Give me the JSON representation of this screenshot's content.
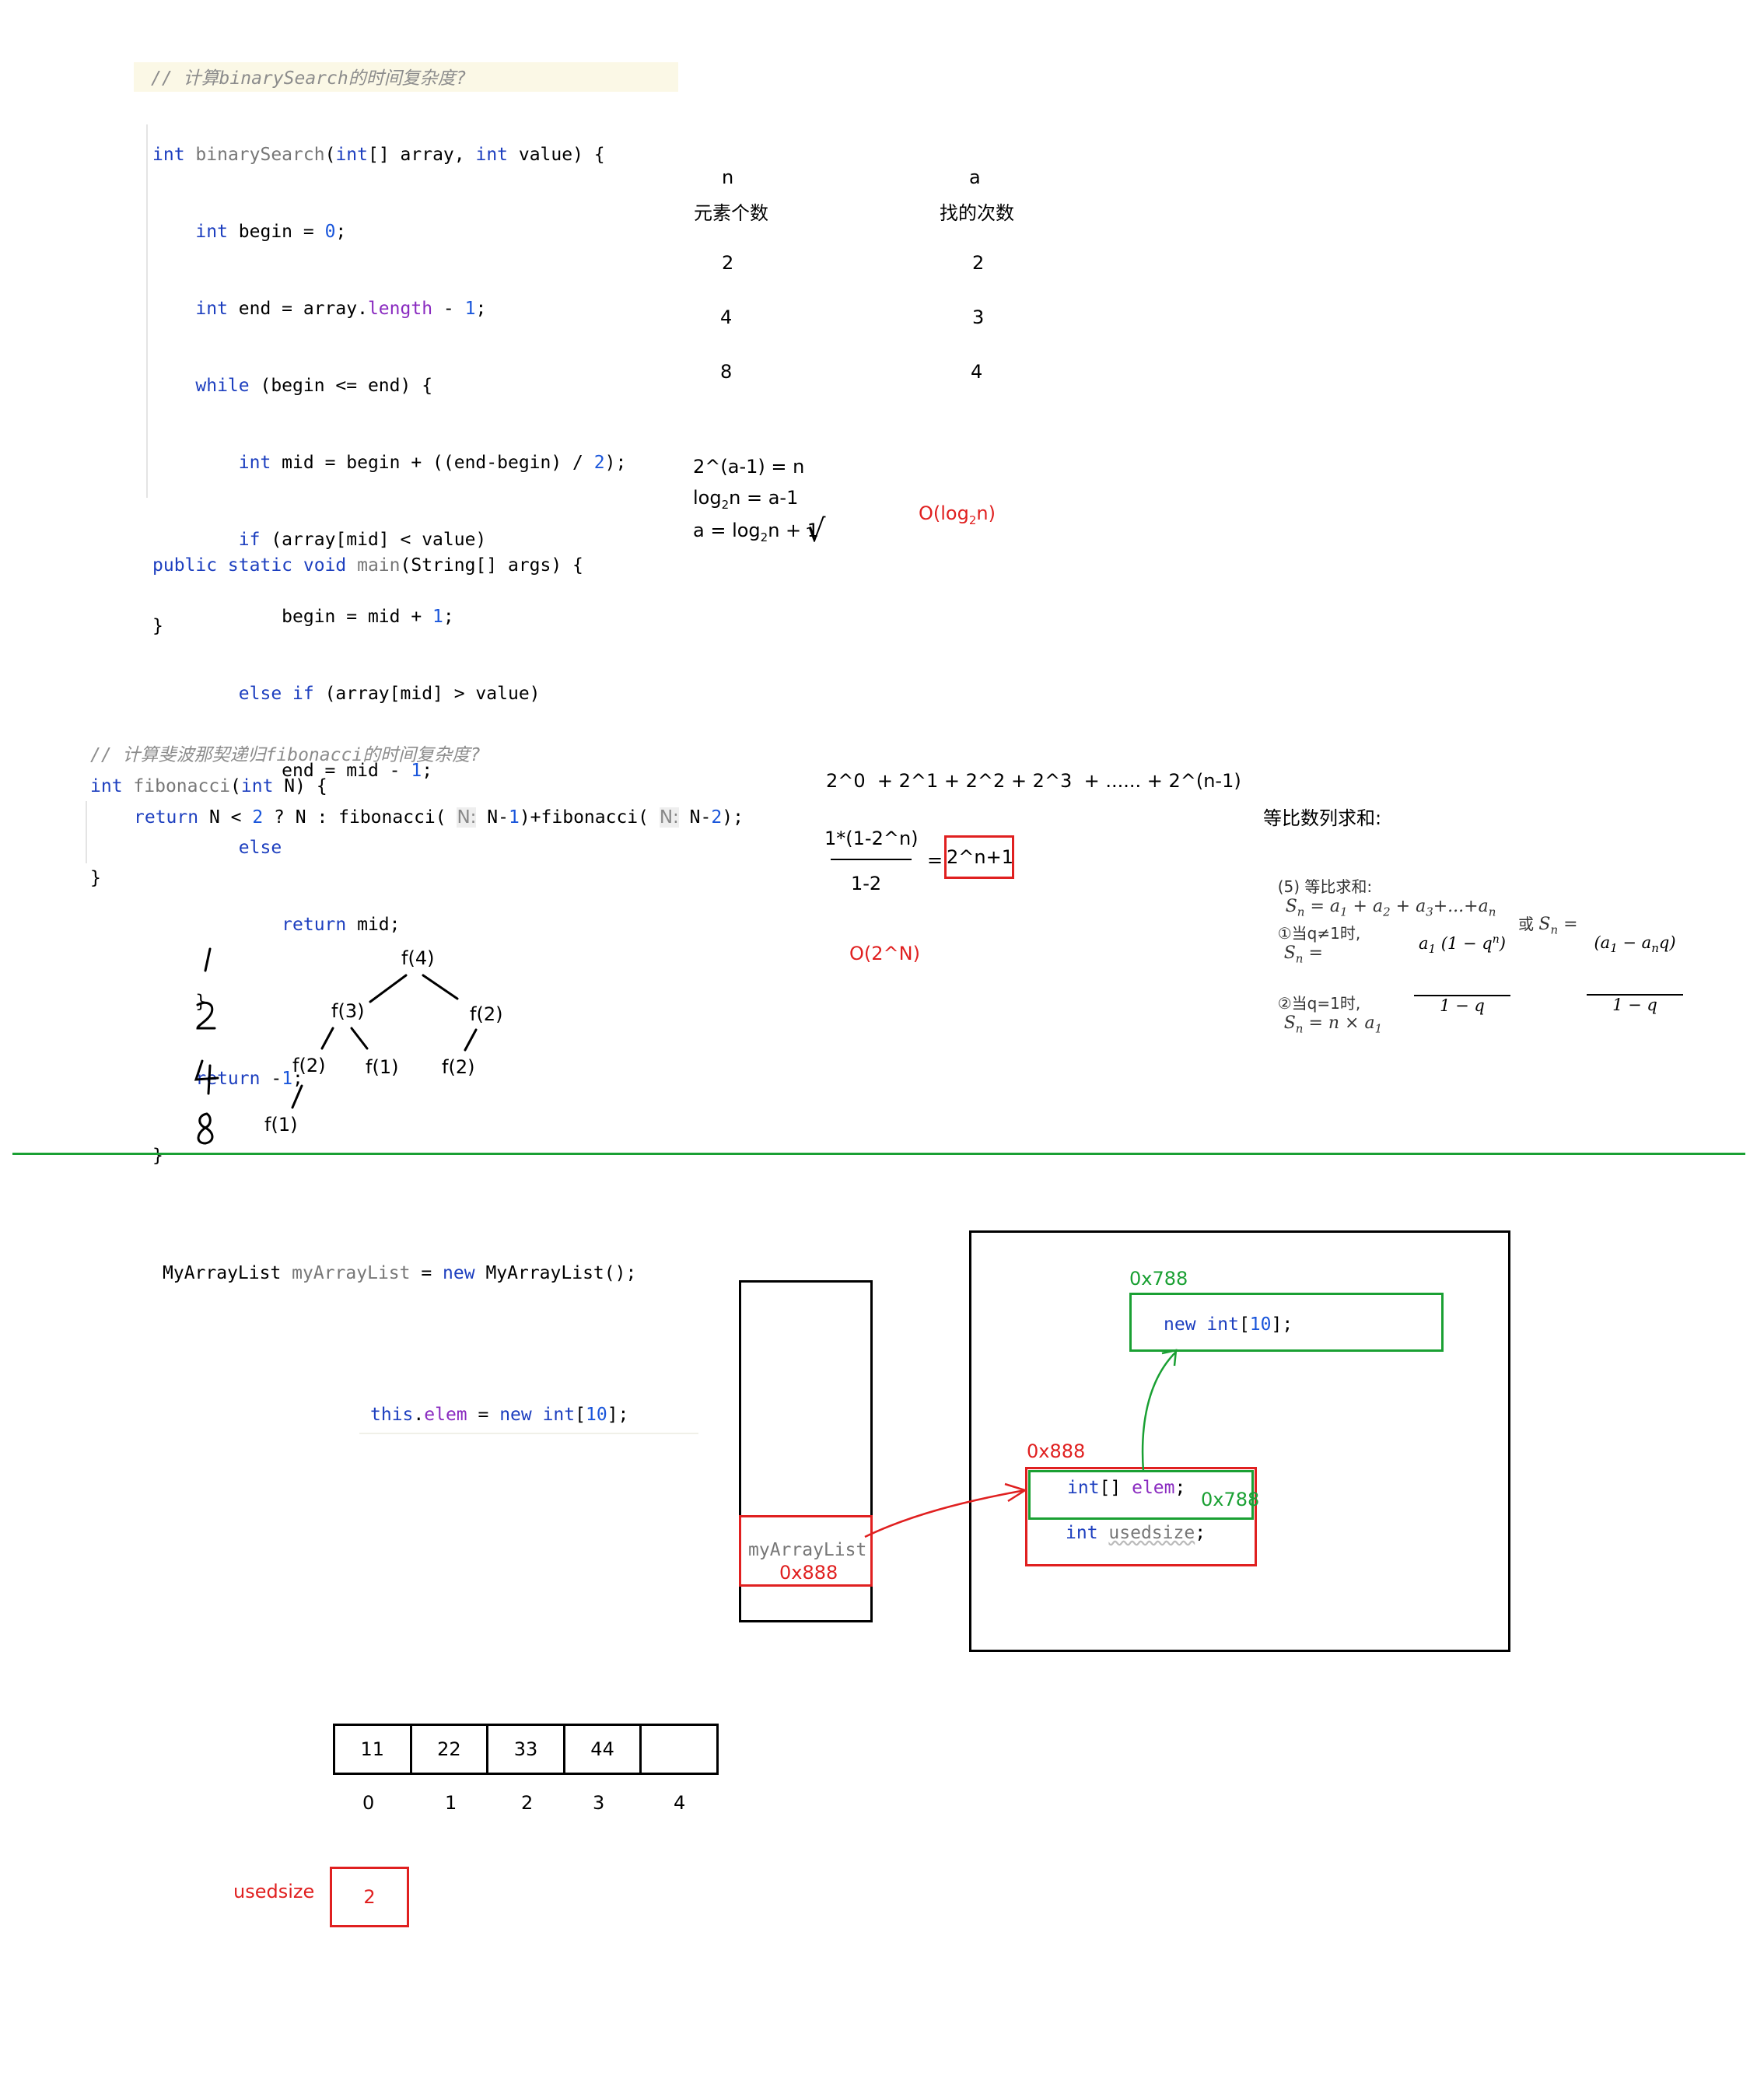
{
  "bs": {
    "comment": "// 计算binarySearch的时间复杂度?",
    "lines": [
      "int binarySearch(int[] array, int value) {",
      "    int begin = 0;",
      "    int end = array.length - 1;",
      "    while (begin <= end) {",
      "        int mid = begin + ((end-begin) / 2);",
      "        if (array[mid] < value)",
      "            begin = mid + 1;",
      "        else if (array[mid] > value)",
      "            end = mid - 1;",
      "        else",
      "            return mid;",
      "    }",
      "    return -1;",
      "}"
    ],
    "main_sig": "public static void main(String[] args) {",
    "main_close": "}"
  },
  "table": {
    "col_n": "n",
    "col_a": "a",
    "head_n": "元素个数",
    "head_a": "找的次数",
    "rows": [
      [
        "2",
        "2"
      ],
      [
        "4",
        "3"
      ],
      [
        "8",
        "4"
      ]
    ]
  },
  "deriv": {
    "l1": "2^(a-1) = n",
    "l2_pre": "log",
    "l2_sub": "2",
    "l2_post": "n = a-1",
    "l3_pre": "a = log",
    "l3_sub": "2",
    "l3_post": "n + 1",
    "check": "√",
    "result_pre": "O(log",
    "result_sub": "2",
    "result_post": "n)"
  },
  "fib": {
    "comment": "// 计算斐波那契递归fibonacci的时间复杂度?",
    "sig": "int fibonacci(int N) {",
    "body_pre": "return N < 2 ? N : fibonacci(",
    "hint1": "N:",
    "body_mid": "N-1)+fibonacci(",
    "hint2": "N:",
    "body_post": "N-2);",
    "close": "}"
  },
  "tree": {
    "levels": [
      "1",
      "2",
      "4",
      "8"
    ],
    "nodes": [
      "f(4)",
      "f(3)",
      "f(2)",
      "f(2)",
      "f(1)",
      "f(2)",
      "f(1)"
    ]
  },
  "sum": {
    "series": "2^0  + 2^1 + 2^2 + 2^3  + ...... + 2^(n-1)",
    "numer": "1*(1-2^n)",
    "denom": "1-2",
    "eq": "=",
    "boxed": "2^n+1",
    "result": "O(2^N)"
  },
  "geo": {
    "title": "等比数列求和:",
    "l1_pre": "(5) 等比求和:",
    "l2_pre": "①当q≠1时,",
    "l2_mid": "或",
    "l3_pre": "②当q=1时,"
  },
  "mem": {
    "decl": "MyArrayList myArrayList = new MyArrayList();",
    "init": "this.elem = new int[10];",
    "stack_var": "myArrayList",
    "stack_addr": "0x888",
    "obj_addr": "0x888",
    "field1": "int[] elem;",
    "field1_val": "0x788",
    "field2": "int usedsize;",
    "arr_addr": "0x788",
    "arr_code": "new int[10];"
  },
  "array": {
    "cells": [
      "11",
      "22",
      "33",
      "44",
      ""
    ],
    "indices": [
      "0",
      "1",
      "2",
      "3",
      "4"
    ],
    "usedsize_label": "usedsize",
    "usedsize_val": "2"
  },
  "colors": {
    "red": "#e02020",
    "green": "#1aa033",
    "keyword": "#1d3fbf"
  }
}
